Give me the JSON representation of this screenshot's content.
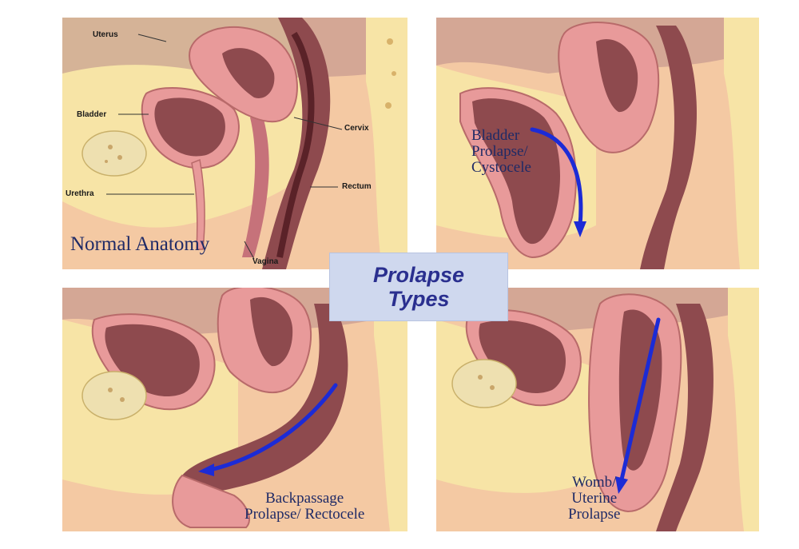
{
  "title": {
    "line1": "Prolapse",
    "line2": "Types"
  },
  "normal_anatomy": {
    "caption": "Normal Anatomy",
    "labels": {
      "uterus": "Uterus",
      "bladder": "Bladder",
      "cervix": "Cervix",
      "urethra": "Urethra",
      "rectum": "Rectum",
      "vagina": "Vagina"
    }
  },
  "bladder_prolapse": {
    "lines": [
      "Bladder",
      "Prolapse/",
      "Cystocele"
    ]
  },
  "backpassage_prolapse": {
    "lines": [
      "Backpassage",
      "Prolapse/ Rectocele"
    ]
  },
  "womb_prolapse": {
    "lines": [
      "Womb/",
      "Uterine",
      "Prolapse"
    ]
  },
  "colors": {
    "skin": "#f4c9a3",
    "fat": "#f7e4a6",
    "organ_pink": "#e89a9a",
    "organ_dark": "#8e4a4e",
    "organ_lumen": "#6e2f36",
    "arrow": "#1c2bd6",
    "caption_text": "#1f2a66",
    "title_text": "#2a2f8f",
    "title_box": "#cfd8ee"
  }
}
